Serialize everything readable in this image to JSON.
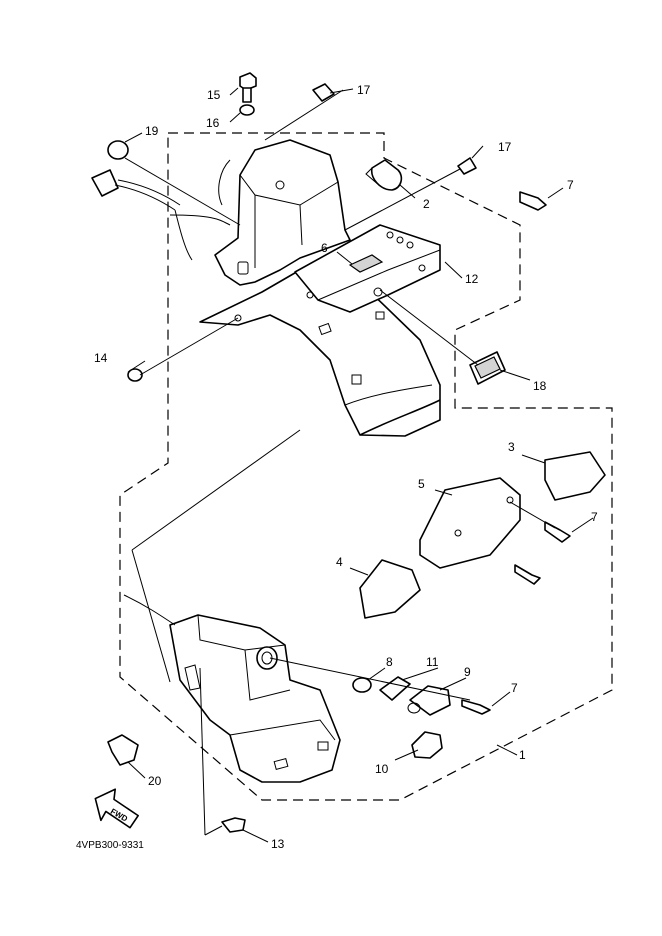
{
  "diagram": {
    "code": "4VPB300-9331",
    "direction_label": "FWD",
    "callouts": {
      "c1": "1",
      "c2": "2",
      "c3": "3",
      "c4": "4",
      "c5": "5",
      "c6": "6",
      "c7a": "7",
      "c7b": "7",
      "c7c": "7",
      "c8": "8",
      "c9": "9",
      "c10": "10",
      "c11": "11",
      "c12": "12",
      "c13": "13",
      "c14": "14",
      "c15": "15",
      "c16": "16",
      "c17a": "17",
      "c17b": "17",
      "c18": "18",
      "c19": "19",
      "c20": "20"
    }
  }
}
